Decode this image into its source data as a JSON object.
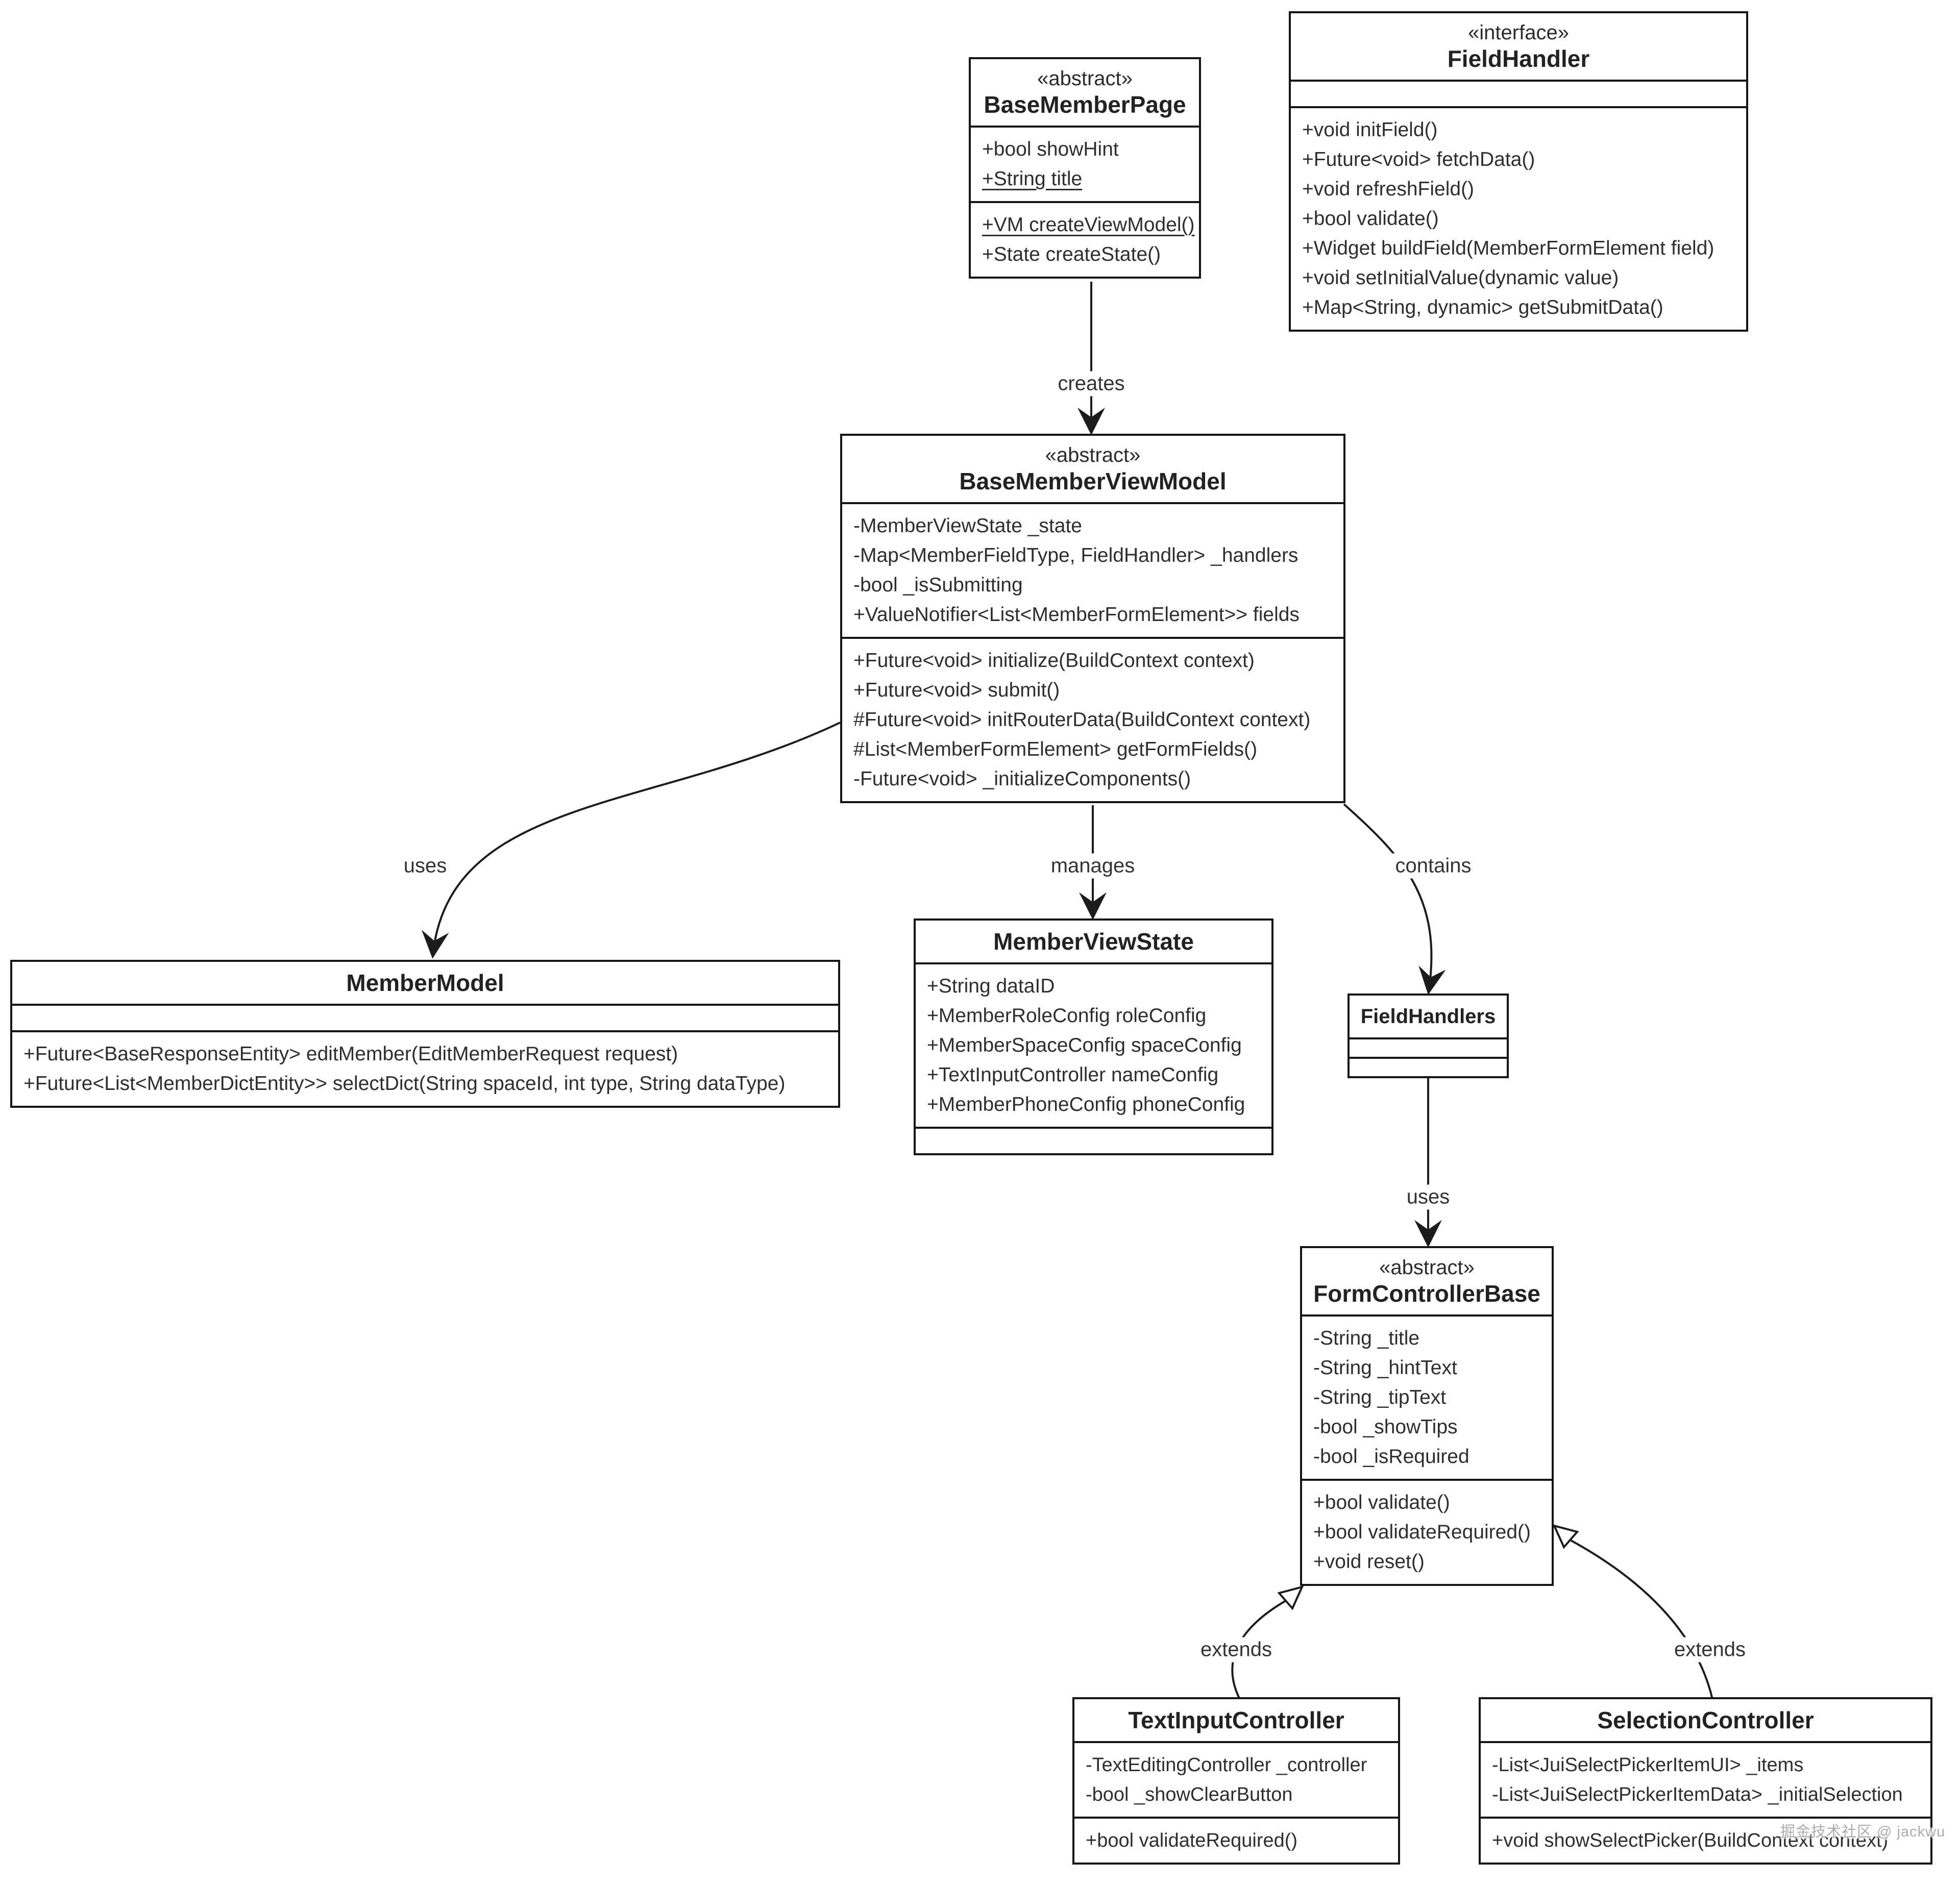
{
  "classes": {
    "base_member_page": {
      "stereotype": "«abstract»",
      "name": "BaseMemberPage",
      "attributes": [
        "+bool showHint",
        "+String title"
      ],
      "methods": [
        "+VM createViewModel()",
        "+State createState()"
      ]
    },
    "field_handler": {
      "stereotype": "«interface»",
      "name": "FieldHandler",
      "attributes": [],
      "methods": [
        "+void initField()",
        "+Future<void> fetchData()",
        "+void refreshField()",
        "+bool validate()",
        "+Widget buildField(MemberFormElement field)",
        "+void setInitialValue(dynamic value)",
        "+Map<String, dynamic> getSubmitData()"
      ]
    },
    "base_member_view_model": {
      "stereotype": "«abstract»",
      "name": "BaseMemberViewModel",
      "attributes": [
        "-MemberViewState _state",
        "-Map<MemberFieldType, FieldHandler> _handlers",
        "-bool _isSubmitting",
        "+ValueNotifier<List<MemberFormElement>> fields"
      ],
      "methods": [
        "+Future<void> initialize(BuildContext context)",
        "+Future<void> submit()",
        "#Future<void> initRouterData(BuildContext context)",
        "#List<MemberFormElement> getFormFields()",
        "-Future<void> _initializeComponents()"
      ]
    },
    "member_model": {
      "name": "MemberModel",
      "attributes": [],
      "methods": [
        "+Future<BaseResponseEntity> editMember(EditMemberRequest request)",
        "+Future<List<MemberDictEntity>> selectDict(String spaceId, int type, String dataType)"
      ]
    },
    "member_view_state": {
      "name": "MemberViewState",
      "attributes": [
        "+String dataID",
        "+MemberRoleConfig roleConfig",
        "+MemberSpaceConfig spaceConfig",
        "+TextInputController nameConfig",
        "+MemberPhoneConfig phoneConfig"
      ],
      "methods": []
    },
    "field_handlers": {
      "name": "FieldHandlers",
      "attributes": [],
      "methods": []
    },
    "form_controller_base": {
      "stereotype": "«abstract»",
      "name": "FormControllerBase",
      "attributes": [
        "-String _title",
        "-String _hintText",
        "-String _tipText",
        "-bool _showTips",
        "-bool _isRequired"
      ],
      "methods": [
        "+bool validate()",
        "+bool validateRequired()",
        "+void reset()"
      ]
    },
    "text_input_controller": {
      "name": "TextInputController",
      "attributes": [
        "-TextEditingController _controller",
        "-bool _showClearButton"
      ],
      "methods": [
        "+bool validateRequired()"
      ]
    },
    "selection_controller": {
      "name": "SelectionController",
      "attributes": [
        "-List<JuiSelectPickerItemUI> _items",
        "-List<JuiSelectPickerItemData> _initialSelection"
      ],
      "methods": [
        "+void showSelectPicker(BuildContext context)"
      ]
    }
  },
  "edges": {
    "creates": "creates",
    "uses_member_model": "uses",
    "manages": "manages",
    "contains": "contains",
    "uses_form_controller": "uses",
    "extends_text_input": "extends",
    "extends_selection": "extends"
  },
  "watermark": "掘金技术社区 @ jackwu",
  "colors": {
    "background": "#ffffff",
    "line": "#1c1c1c",
    "text": "#2e2e2e"
  }
}
